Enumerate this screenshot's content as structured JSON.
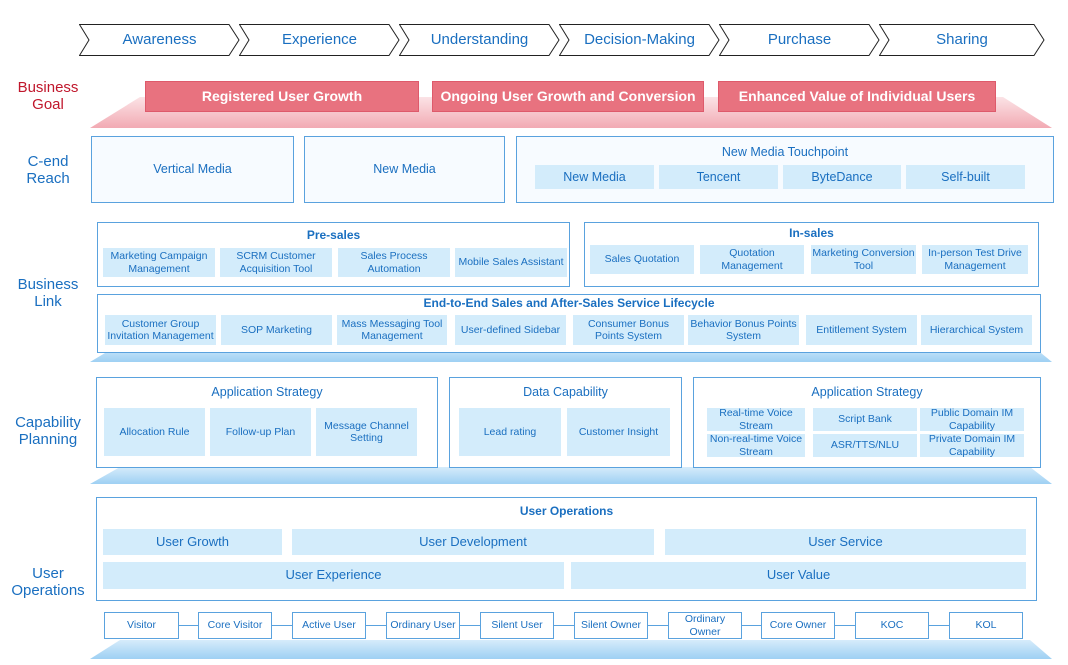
{
  "stages": [
    "Awareness",
    "Experience",
    "Understanding",
    "Decision-Making",
    "Purchase",
    "Sharing"
  ],
  "row_labels": {
    "business_goal": "Business Goal",
    "c_end_reach": "C-end Reach",
    "business_link": "Business Link",
    "capability_planning": "Capability Planning",
    "user_operations": "User Operations"
  },
  "business_goal": {
    "items": [
      "Registered User Growth",
      "Ongoing User Growth and Conversion",
      "Enhanced Value of Individual Users"
    ]
  },
  "c_end_reach": {
    "vertical_media": "Vertical Media",
    "new_media": "New Media",
    "touchpoint": {
      "title": "New Media Touchpoint",
      "items": [
        "New Media",
        "Tencent",
        "ByteDance",
        "Self-built"
      ]
    }
  },
  "business_link": {
    "pre_sales": {
      "title": "Pre-sales",
      "items": [
        "Marketing Campaign Management",
        "SCRM Customer Acquisition Tool",
        "Sales Process Automation",
        "Mobile Sales Assistant"
      ]
    },
    "in_sales": {
      "title": "In-sales",
      "items": [
        "Sales Quotation",
        "Quotation Management",
        "Marketing Conversion Tool",
        "In-person Test Drive Management"
      ]
    },
    "lifecycle": {
      "title": "End-to-End Sales and After-Sales Service Lifecycle",
      "items": [
        "Customer Group Invitation Management",
        "SOP Marketing",
        "Mass Messaging Tool Management",
        "User-defined Sidebar",
        "Consumer Bonus Points System",
        "Behavior Bonus Points System",
        "Entitlement System",
        "Hierarchical System"
      ]
    }
  },
  "capability_planning": {
    "left": {
      "title": "Application Strategy",
      "items": [
        "Allocation Rule",
        "Follow-up Plan",
        "Message Channel Setting"
      ]
    },
    "middle": {
      "title": "Data Capability",
      "items": [
        "Lead rating",
        "Customer Insight"
      ]
    },
    "right": {
      "title": "Application Strategy",
      "items": [
        "Real-time Voice Stream",
        "Script Bank",
        "Public Domain IM Capability",
        "Non-real-time Voice Stream",
        "ASR/TTS/NLU",
        "Private Domain IM Capability"
      ]
    }
  },
  "user_operations": {
    "title": "User Operations",
    "row1": [
      "User Growth",
      "User Development",
      "User Service"
    ],
    "row2": [
      "User Experience",
      "User Value"
    ],
    "stages": [
      "Visitor",
      "Core Visitor",
      "Active User",
      "Ordinary User",
      "Silent User",
      "Silent Owner",
      "Ordinary Owner",
      "Core Owner",
      "KOC",
      "KOL"
    ]
  },
  "colors": {
    "accent_blue": "#1a6fc0",
    "cell_fill": "#d3ecfb",
    "goal_red": "#e8727f",
    "label_red": "#c0172c"
  }
}
